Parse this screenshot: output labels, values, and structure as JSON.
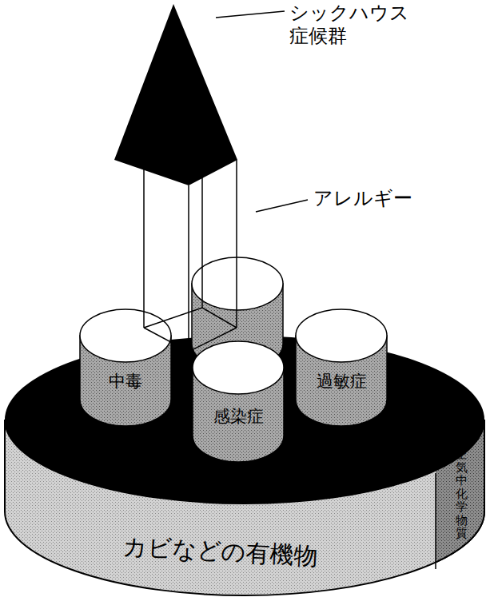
{
  "diagram": {
    "nodes": [
      {
        "text": [
          "シックハウス 症候群"
        ]
      },
      {
        "text": [
          "アレルギー"
        ]
      },
      {
        "text": [
          "中毒"
        ]
      },
      {
        "text": [
          "過敏症"
        ]
      },
      {
        "text": [
          "感染症"
        ]
      },
      {
        "text": [
          "カビなどの有機物",
          "空気中化学物質"
        ]
      }
    ]
  }
}
